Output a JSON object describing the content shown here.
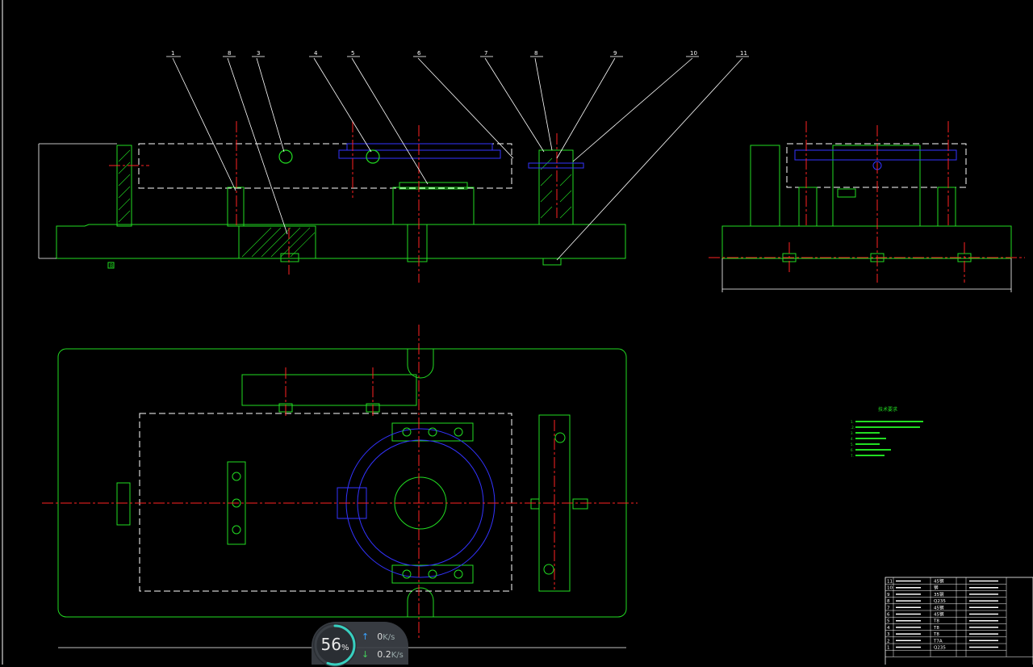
{
  "drawing": {
    "balloons": [
      "1",
      "8",
      "3",
      "4",
      "5",
      "6",
      "7",
      "8",
      "9",
      "10",
      "11"
    ],
    "datum_label": "B",
    "colors": {
      "outline": "#22dd22",
      "hidden": "#ffffff",
      "centerline": "#ff2222",
      "part": "#3333ff",
      "leader": "#ffffff"
    }
  },
  "tech_requirements": {
    "title": "技术要求",
    "lines": [
      "1.",
      ".2.",
      "3.",
      "4.",
      "5.",
      "6.",
      "7."
    ]
  },
  "bom": {
    "rows": [
      {
        "no": "11",
        "name": "",
        "qty": "",
        "mat": "45钢"
      },
      {
        "no": "10",
        "name": "",
        "qty": "",
        "mat": "钢"
      },
      {
        "no": "9",
        "name": "",
        "qty": "",
        "mat": "35钢"
      },
      {
        "no": "8",
        "name": "",
        "qty": "",
        "mat": "Q235"
      },
      {
        "no": "7",
        "name": "",
        "qty": "",
        "mat": "45钢"
      },
      {
        "no": "6",
        "name": "",
        "qty": "",
        "mat": "45钢"
      },
      {
        "no": "5",
        "name": "",
        "qty": "",
        "mat": "T8"
      },
      {
        "no": "4",
        "name": "",
        "qty": "",
        "mat": "T8"
      },
      {
        "no": "3",
        "name": "",
        "qty": "",
        "mat": "T8"
      },
      {
        "no": "2",
        "name": "",
        "qty": "",
        "mat": "T7A"
      },
      {
        "no": "1",
        "name": "",
        "qty": "",
        "mat": "Q235"
      }
    ]
  },
  "status_widget": {
    "percent": "56",
    "percent_sign": "%",
    "percent_value": 0.56,
    "upload": "0",
    "download": "0.2",
    "unit": "K/s"
  }
}
